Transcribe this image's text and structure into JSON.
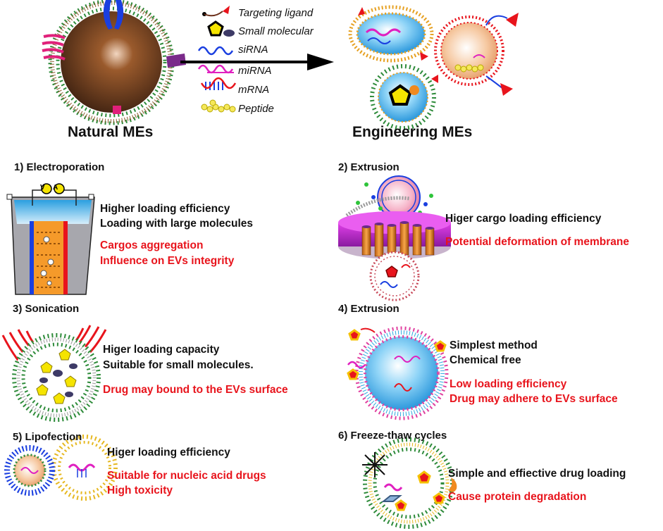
{
  "top": {
    "natural_label": "Natural MEs",
    "engineering_label": "Engineering MEs",
    "legend": [
      {
        "icon": "targeting-ligand-icon",
        "label": "Targeting ligand"
      },
      {
        "icon": "small-molecule-icon",
        "label": "Small molecular"
      },
      {
        "icon": "sirna-icon",
        "label": "siRNA"
      },
      {
        "icon": "mirna-icon",
        "label": "miRNA"
      },
      {
        "icon": "mrna-icon",
        "label": "mRNA"
      },
      {
        "icon": "peptide-icon",
        "label": "Peptide"
      }
    ]
  },
  "methods": [
    {
      "title": "1) Electroporation",
      "pros": [
        "Higher loading efficiency",
        "Loading with large molecules"
      ],
      "cons": [
        "Cargos aggregation",
        "Influence on EVs integrity"
      ],
      "meter": [
        "V",
        "A"
      ]
    },
    {
      "title": "2) Extrusion",
      "pros": [
        "Higer cargo loading efficiency"
      ],
      "cons": [
        "Potential deformation of membrane"
      ]
    },
    {
      "title": "3) Sonication",
      "pros": [
        "Higer loading capacity",
        "Suitable for small molecules."
      ],
      "cons": [
        "Drug may bound to the EVs surface"
      ]
    },
    {
      "title": "4) Extrusion",
      "pros": [
        "Simplest method",
        "Chemical free"
      ],
      "cons": [
        "Low loading efficiency",
        "Drug may adhere to EVs surface"
      ]
    },
    {
      "title": "5)  Lipofection",
      "pros": [
        "Higer loading efficiency"
      ],
      "cons": [
        "Suitable for nucleic acid drugs",
        "High toxicity"
      ]
    },
    {
      "title": "6) Freeze-thaw cycles",
      "pros": [
        "Simple and effiective drug loading"
      ],
      "cons": [
        "Cause protein degradation"
      ]
    }
  ],
  "colors": {
    "pros": "#111111",
    "cons": "#e8141c",
    "membrane": "#2e8b3a",
    "sirna": "#1a3fe0",
    "mirna": "#e020c0",
    "ligand": "#e8141c"
  }
}
